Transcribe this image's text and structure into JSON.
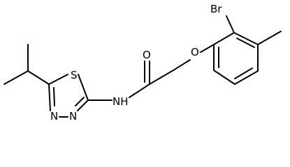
{
  "molecule": {
    "atoms": {
      "bromine": "Br",
      "oxygen_ether": "O",
      "oxygen_carbonyl": "O",
      "amide_nh": "NH",
      "sulfur": "S",
      "nitrogen_1": "N",
      "nitrogen_2": "N"
    }
  },
  "colors": {
    "bond": "#000000",
    "label": "#000000",
    "background": "#ffffff"
  }
}
